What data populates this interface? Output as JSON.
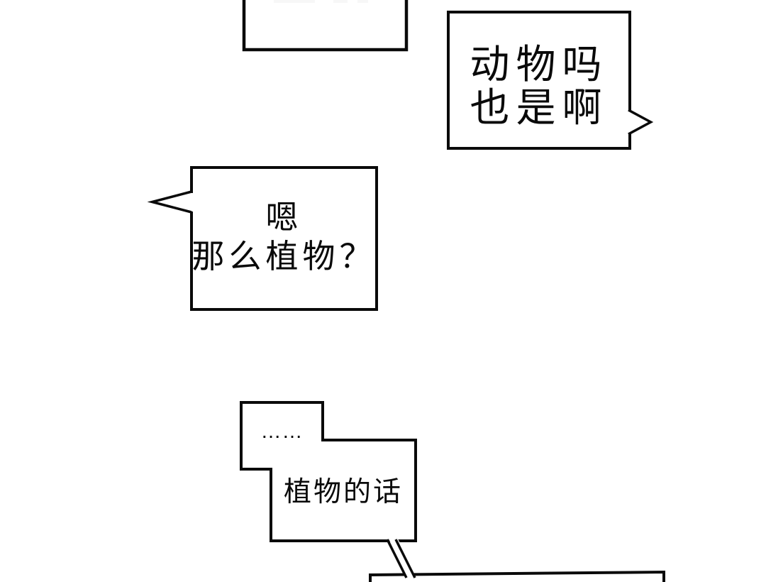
{
  "theme": {
    "ink_color": "#0a0a0a",
    "paper_color": "#ffffff"
  },
  "bubbles": {
    "top_partial": {
      "text": ""
    },
    "animal": {
      "line1": "动物吗",
      "line2": "也是啊"
    },
    "plant_question": {
      "line1": "嗯",
      "line2": "那么植物？"
    },
    "plant_answer": {
      "ellipsis": "……",
      "text": "植物的话"
    },
    "bottom_partial": {
      "text": ""
    }
  }
}
